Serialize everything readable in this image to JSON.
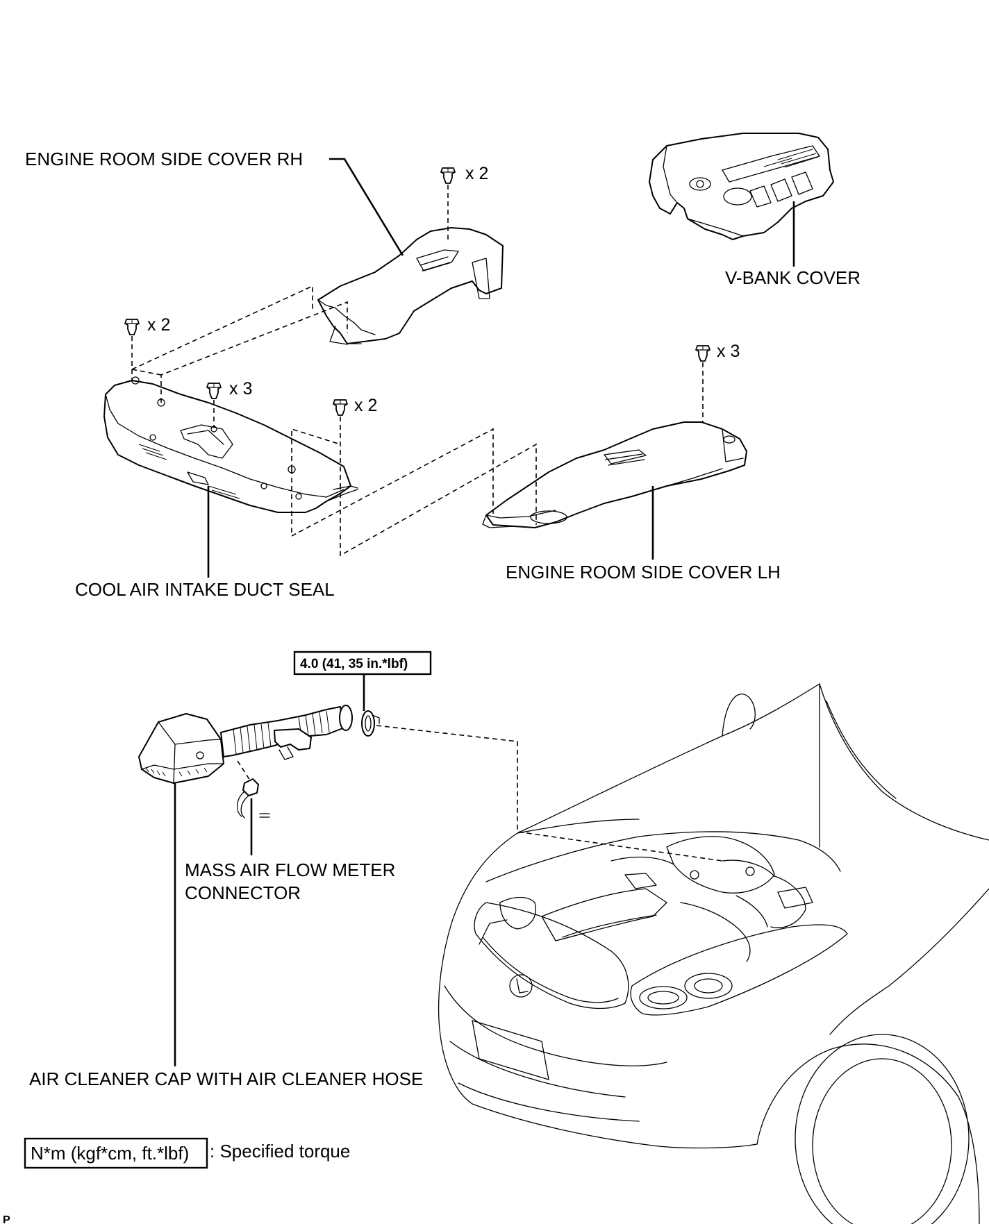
{
  "labels": {
    "engine_room_side_cover_rh": "ENGINE ROOM SIDE COVER RH",
    "v_bank_cover": "V-BANK COVER",
    "cool_air_intake_duct_seal": "COOL AIR INTAKE DUCT SEAL",
    "engine_room_side_cover_lh": "ENGINE ROOM SIDE COVER LH",
    "mass_air_flow_meter_connector_line1": "MASS AIR FLOW METER",
    "mass_air_flow_meter_connector_line2": "CONNECTOR",
    "air_cleaner_cap": "AIR CLEANER CAP WITH AIR CLEANER HOSE"
  },
  "clip_quantities": {
    "rh_cover_clips": "x 2",
    "seal_left_clips": "x 2",
    "seal_center_clips": "x 3",
    "seal_right_clips": "x 2",
    "lh_cover_clips": "x 3"
  },
  "torque": {
    "hose_clamp_value": "4.0 (41, 35 in.*lbf)"
  },
  "legend": {
    "unit_box": "N*m (kgf*cm, ft.*lbf)",
    "description": ": Specified torque"
  },
  "corner_mark": "P",
  "icons": [
    "clip-icon",
    "hose-clamp-icon",
    "torque-box-icon"
  ],
  "colors": {
    "line": "#000000",
    "background": "#ffffff"
  }
}
